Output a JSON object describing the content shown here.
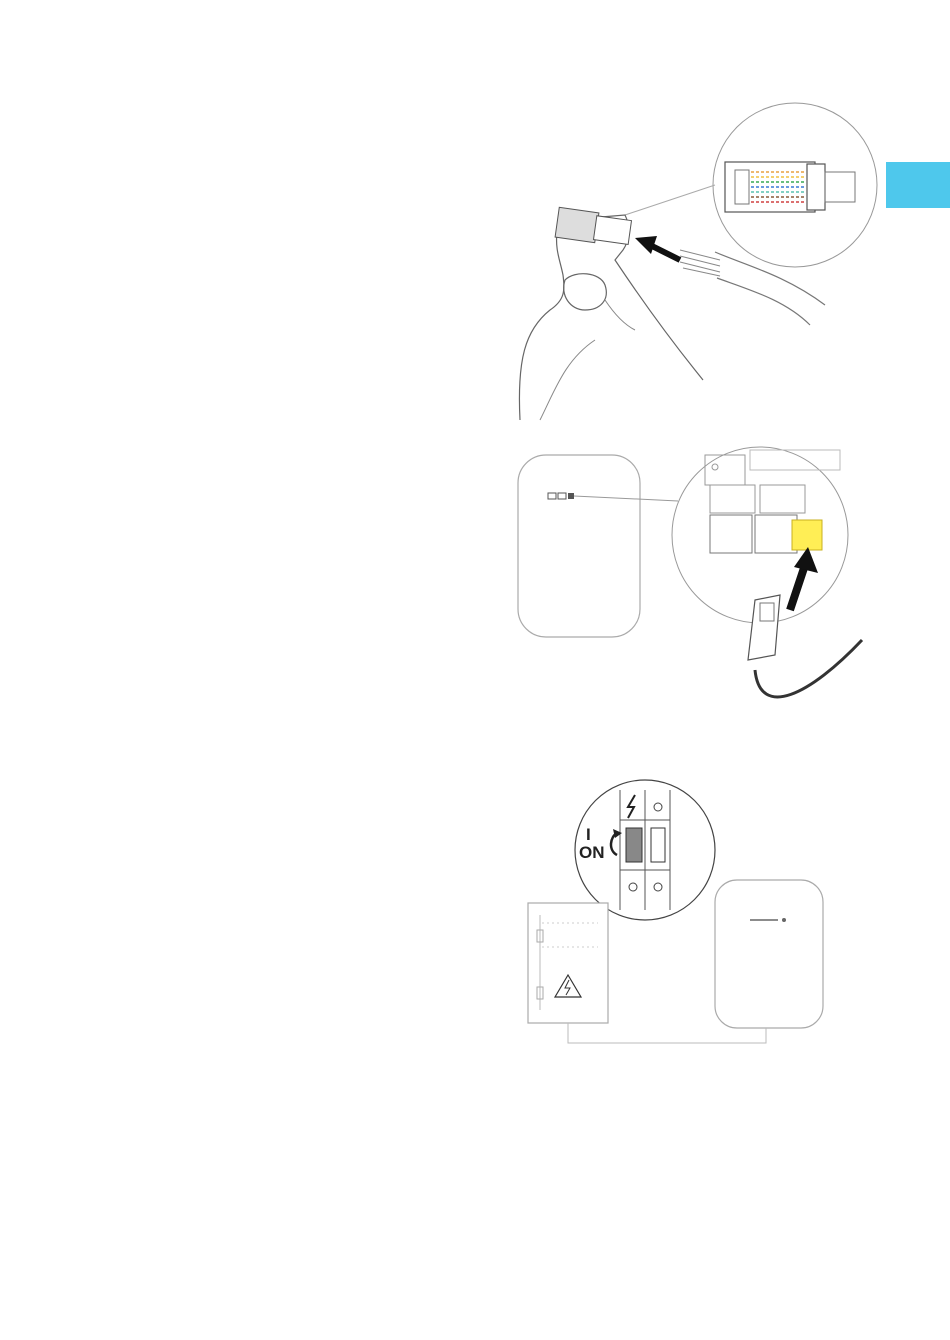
{
  "page": {
    "accent_color": "#4ec8ec",
    "tab_marker": {
      "color": "#4ec8ec"
    }
  },
  "figures": [
    {
      "id": "rj45-crimp",
      "icon": "hand-crimping-connector"
    },
    {
      "id": "cable-connect",
      "icon": "device-port-connection",
      "highlight_color": "#ffee55"
    },
    {
      "id": "breaker-on",
      "icon": "circuit-breaker-switch",
      "switch_label": "ON",
      "switch_mark": "I"
    }
  ]
}
